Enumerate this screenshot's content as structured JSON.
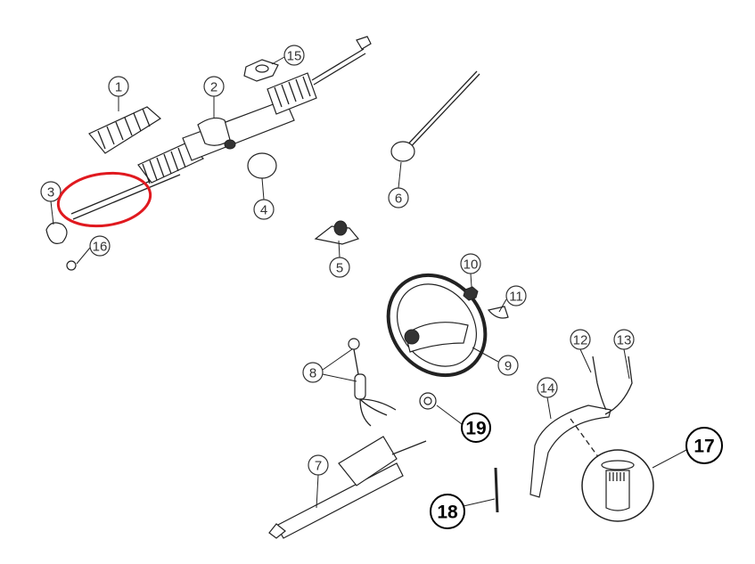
{
  "diagram": {
    "title": "Steering system exploded parts diagram",
    "highlight_color": "#e0191f",
    "callouts": [
      {
        "label": "1"
      },
      {
        "label": "2"
      },
      {
        "label": "3"
      },
      {
        "label": "4"
      },
      {
        "label": "5"
      },
      {
        "label": "6"
      },
      {
        "label": "7"
      },
      {
        "label": "8"
      },
      {
        "label": "9"
      },
      {
        "label": "10"
      },
      {
        "label": "11"
      },
      {
        "label": "12"
      },
      {
        "label": "13"
      },
      {
        "label": "14"
      },
      {
        "label": "15"
      },
      {
        "label": "16"
      },
      {
        "label": "17"
      },
      {
        "label": "18"
      },
      {
        "label": "19"
      }
    ]
  }
}
